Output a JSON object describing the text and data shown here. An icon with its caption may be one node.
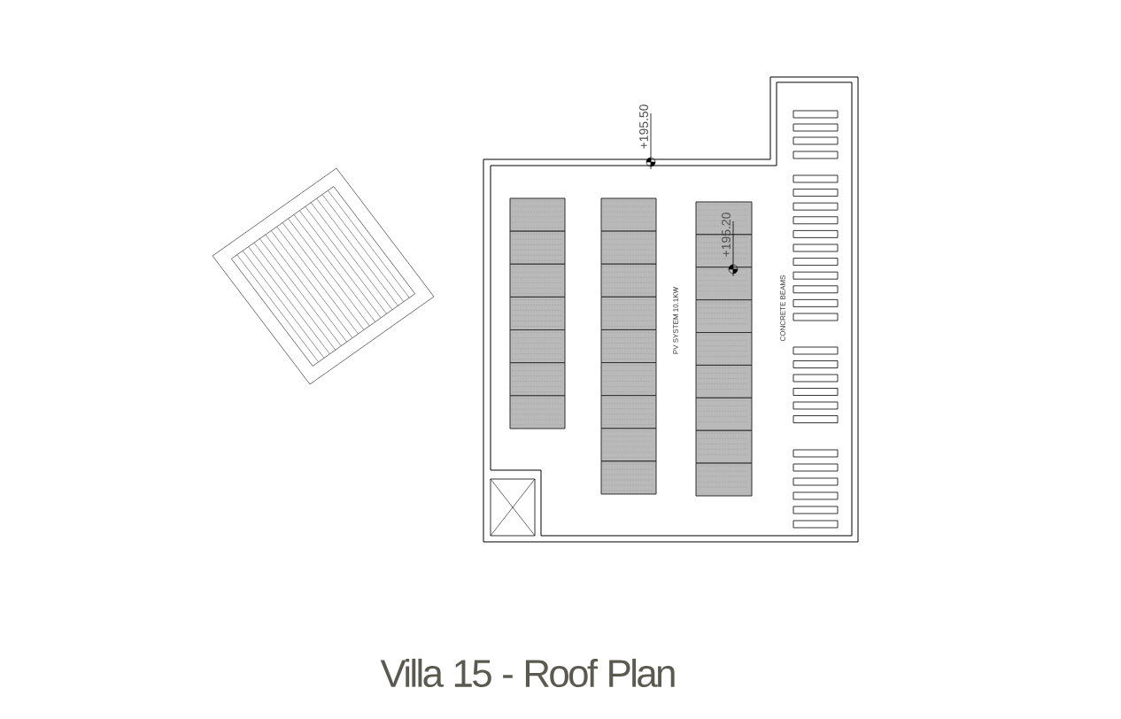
{
  "diagram": {
    "title": "Villa 15 - Roof Plan",
    "labels": [
      "+195.50",
      "+195.20",
      "PV SYSTEM 10.1KW",
      "CONCRETE BEAMS"
    ]
  }
}
